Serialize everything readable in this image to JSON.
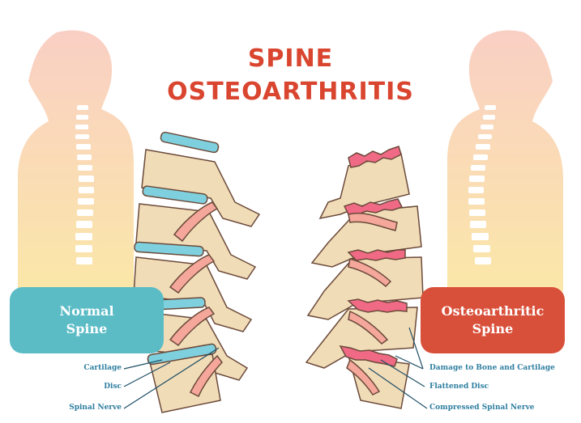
{
  "title": {
    "line1": "SPINE",
    "line2": "OSTEOARTHRITIS"
  },
  "normal": {
    "label_line1": "Normal",
    "label_line2": "Spine",
    "callouts": [
      "Cartilage",
      "Disc",
      "Spinal Nerve"
    ]
  },
  "osteo": {
    "label_line1": "Osteoarthritic",
    "label_line2": "Spine",
    "callouts": [
      "Damage to Bone and Cartilage",
      "Flattened Disc",
      "Compressed Spinal Nerve"
    ]
  },
  "colors": {
    "title": "#d9452f",
    "normal_box": "#5bbcc6",
    "osteo_box": "#d9503a",
    "bone": "#f1dcb8",
    "disc_normal": "#7fd0de",
    "disc_damaged": "#f06a86",
    "label_text": "#2f7fa0"
  }
}
